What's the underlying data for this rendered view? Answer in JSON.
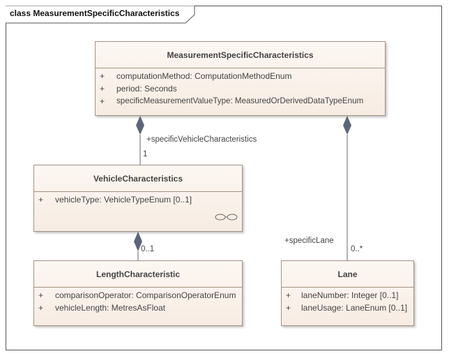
{
  "diagram": {
    "frame_title": "class MeasurementSpecificCharacteristics",
    "classes": {
      "measurement": {
        "name": "MeasurementSpecificCharacteristics",
        "attributes": [
          {
            "vis": "+",
            "text": "computationMethod: ComputationMethodEnum"
          },
          {
            "vis": "+",
            "text": "period: Seconds"
          },
          {
            "vis": "+",
            "text": "specificMeasurementValueType: MeasuredOrDerivedDataTypeEnum"
          }
        ]
      },
      "vehicle": {
        "name": "VehicleCharacteristics",
        "attributes": [
          {
            "vis": "+",
            "text": "vehicleType: VehicleTypeEnum [0..1]"
          }
        ]
      },
      "length": {
        "name": "LengthCharacteristic",
        "attributes": [
          {
            "vis": "+",
            "text": "comparisonOperator: ComparisonOperatorEnum"
          },
          {
            "vis": "+",
            "text": "vehicleLength: MetresAsFloat"
          }
        ]
      },
      "lane": {
        "name": "Lane",
        "attributes": [
          {
            "vis": "+",
            "text": "laneNumber: Integer [0..1]"
          },
          {
            "vis": "+",
            "text": "laneUsage: LaneEnum [0..1]"
          }
        ]
      }
    },
    "associations": {
      "vehicle_role": "+specificVehicleCharacteristics",
      "vehicle_mult": "1",
      "length_mult": "0..1",
      "lane_role": "+specificLane",
      "lane_mult": "0..*"
    }
  }
}
